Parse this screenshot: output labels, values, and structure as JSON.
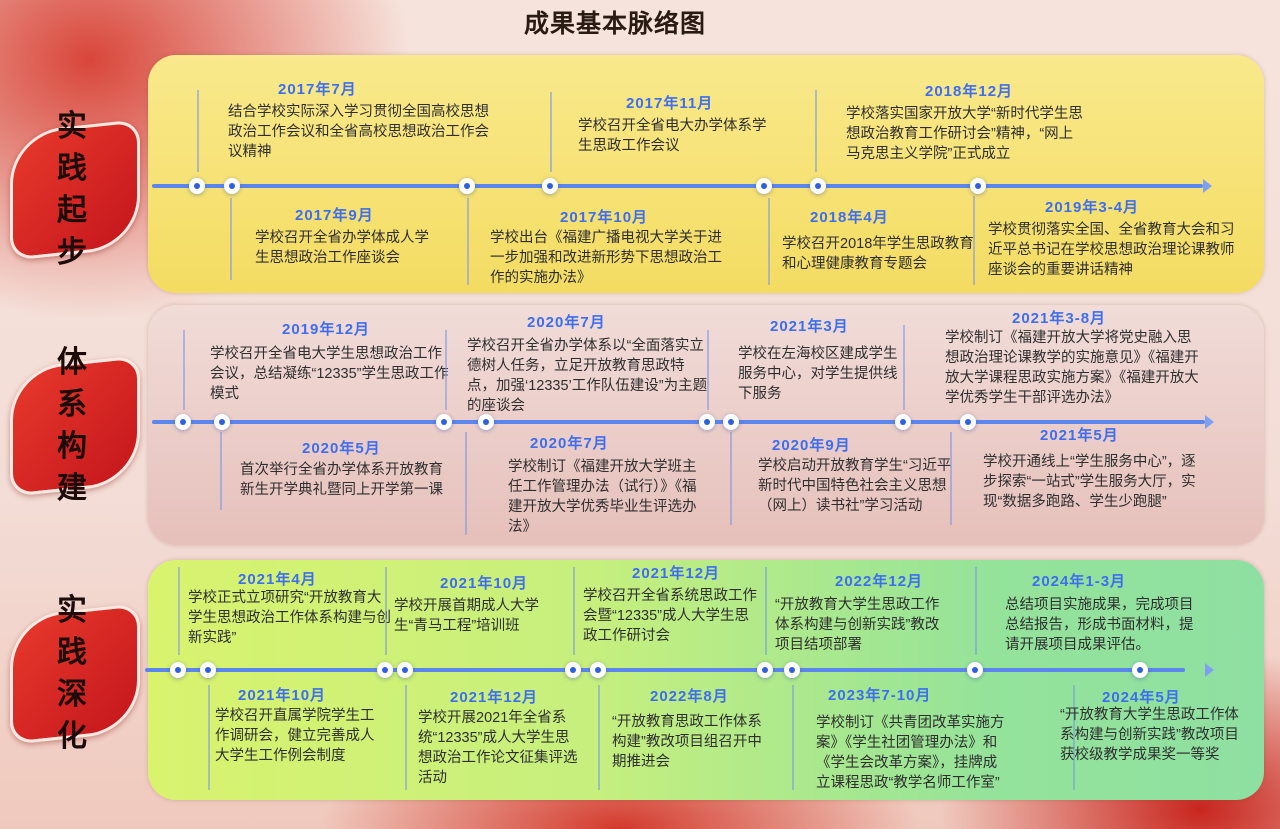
{
  "title": "成果基本脉络图",
  "sections": [
    {
      "label": "实践起步",
      "events": [
        {
          "date": "2017年7月",
          "text": "结合学校实际深入学习贯彻全国高校思想政治工作会议和全省高校思想政治工作会议精神",
          "position": "top"
        },
        {
          "date": "2017年11月",
          "text": "学校召开全省电大办学体系学生思政工作会议",
          "position": "top"
        },
        {
          "date": "2018年12月",
          "text": "学校落实国家开放大学“新时代学生思想政治教育工作研讨会”精神，“网上马克思主义学院”正式成立",
          "position": "top"
        },
        {
          "date": "2017年9月",
          "text": "学校召开全省办学体成人学生思想政治工作座谈会",
          "position": "bottom"
        },
        {
          "date": "2017年10月",
          "text": "学校出台《福建广播电视大学关于进一步加强和改进新形势下思想政治工作的实施办法》",
          "position": "bottom"
        },
        {
          "date": "2018年4月",
          "text": "学校召开2018年学生思政教育和心理健康教育专题会",
          "position": "bottom"
        },
        {
          "date": "2019年3-4月",
          "text": "学校贯彻落实全国、全省教育大会和习近平总书记在学校思想政治理论课教师座谈会的重要讲话精神",
          "position": "bottom"
        }
      ]
    },
    {
      "label": "体系构建",
      "events": [
        {
          "date": "2019年12月",
          "text": "学校召开全省电大学生思想政治工作会议，总结凝练“12335”学生思政工作模式",
          "position": "top"
        },
        {
          "date": "2020年7月",
          "text": "学校召开全省办学体系以“全面落实立德树人任务，立足开放教育思政特点，加强‘12335’工作队伍建设”为主题的座谈会",
          "position": "top"
        },
        {
          "date": "2021年3月",
          "text": "学校在左海校区建成学生服务中心，对学生提供线下服务",
          "position": "top"
        },
        {
          "date": "2021年3-8月",
          "text": "学校制订《福建开放大学将党史融入思想政治理论课教学的实施意见》《福建开放大学课程思政实施方案》《福建开放大学优秀学生干部评选办法》",
          "position": "top"
        },
        {
          "date": "2020年5月",
          "text": "首次举行全省办学体系开放教育新生开学典礼暨同上开学第一课",
          "position": "bottom"
        },
        {
          "date": "2020年7月",
          "text": "学校制订《福建开放大学班主任工作管理办法（试行）》《福建开放大学优秀毕业生评选办法》",
          "position": "bottom"
        },
        {
          "date": "2020年9月",
          "text": "学校启动开放教育学生“习近平新时代中国特色社会主义思想（网上）读书社”学习活动",
          "position": "bottom"
        },
        {
          "date": "2021年5月",
          "text": "学校开通线上“学生服务中心”，逐步探索“一站式”学生服务大厅，实现“数据多跑路、学生少跑腿”",
          "position": "bottom"
        }
      ]
    },
    {
      "label": "实践深化",
      "events": [
        {
          "date": "2021年4月",
          "text": "学校正式立项研究“开放教育大学生思想政治工作体系构建与创新实践”",
          "position": "top"
        },
        {
          "date": "2021年10月",
          "text": "学校开展首期成人大学生“青马工程”培训班",
          "position": "top"
        },
        {
          "date": "2021年12月",
          "text": "学校召开全省系统思政工作会暨“12335”成人大学生思政工作研讨会",
          "position": "top"
        },
        {
          "date": "2022年12月",
          "text": "“开放教育大学生思政工作体系构建与创新实践”教改项目结项部署",
          "position": "top"
        },
        {
          "date": "2024年1-3月",
          "text": "总结项目实施成果，完成项目总结报告，形成书面材料，提请开展项目成果评估。",
          "position": "top"
        },
        {
          "date": "2021年10月",
          "text": "学校召开直属学院学生工作调研会，健立完善成人大学生工作例会制度",
          "position": "bottom"
        },
        {
          "date": "2021年12月",
          "text": "学校开展2021年全省系统“12335”成人大学生思想政治工作论文征集评选活动",
          "position": "bottom"
        },
        {
          "date": "2022年8月",
          "text": "“开放教育思政工作体系构建”教改项目组召开中期推进会",
          "position": "bottom"
        },
        {
          "date": "2023年7-10月",
          "text": "学校制订《共青团改革实施方案》《学生社团管理办法》和《学生会改革方案》，挂牌成立课程思政“教学名师工作室”",
          "position": "bottom"
        },
        {
          "date": "2024年5月",
          "text": "“开放教育大学生思政工作体系构建与创新实践”教改项目获校级教学成果奖一等奖",
          "position": "bottom"
        }
      ]
    }
  ],
  "colors": {
    "date": "#3d6ef0",
    "timeline": "#5b86ee",
    "ribbon": "#d8261f"
  }
}
